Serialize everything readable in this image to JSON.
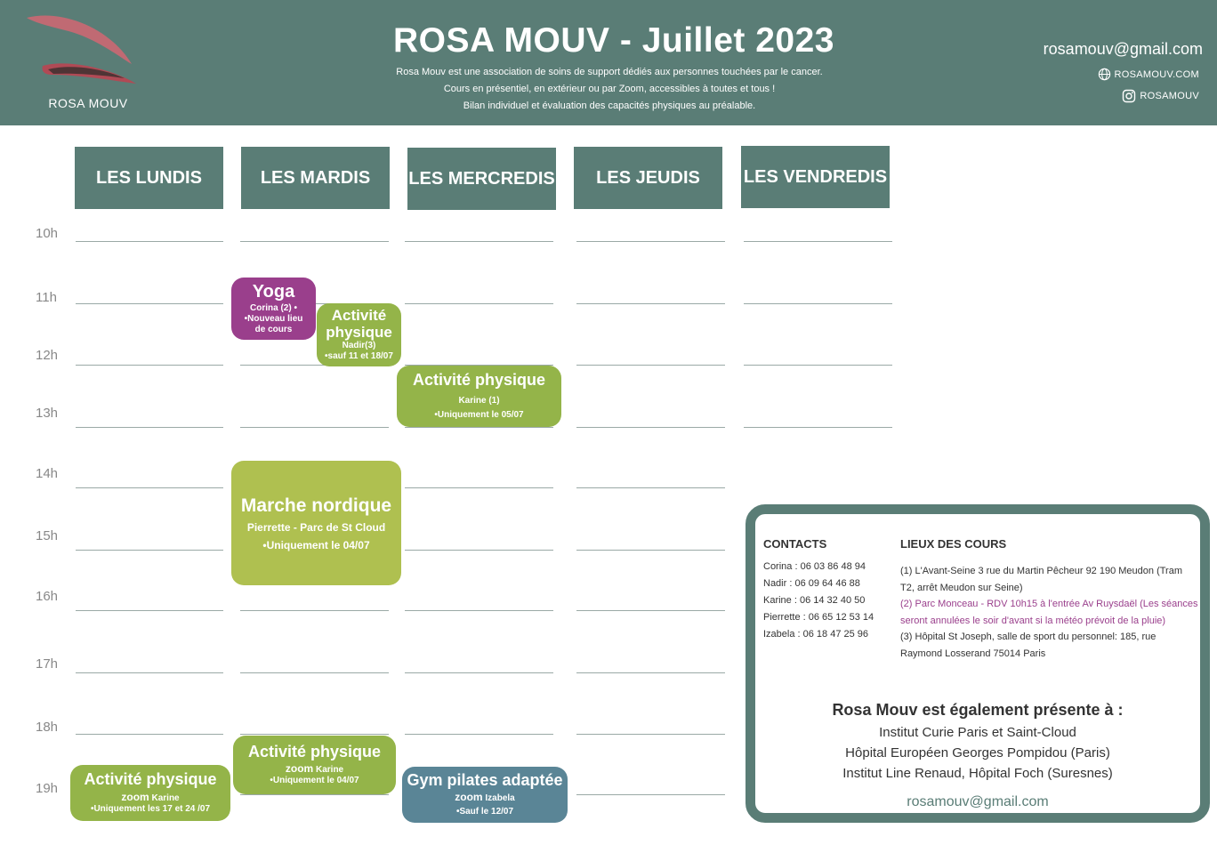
{
  "header": {
    "logo_text": "ROSA MOUV",
    "title": "ROSA MOUV - Juillet 2023",
    "subtitle_lines": [
      "Rosa Mouv est une association de soins de support dédiés aux personnes touchées par le cancer.",
      "Cours en présentiel, en extérieur ou par Zoom, accessibles à toutes et tous !",
      "Bilan individuel et évaluation des capacités physiques au préalable."
    ],
    "email": "rosamouv@gmail.com",
    "website": "ROSAMOUV.COM",
    "instagram": "ROSAMOUV"
  },
  "days": [
    "LES LUNDIS",
    "LES MARDIS",
    "LES MERCREDIS",
    "LES JEUDIS",
    "LES VENDREDIS"
  ],
  "hours": [
    "10h",
    "11h",
    "12h",
    "13h",
    "14h",
    "15h",
    "16h",
    "17h",
    "18h",
    "19h"
  ],
  "classes": {
    "yoga": {
      "title": "Yoga",
      "line1": "Corina (2) •",
      "line2": "•Nouveau lieu",
      "line3": "de cours"
    },
    "activite_mardi_midi": {
      "title1": "Activité",
      "title2": "physique",
      "line1": "Nadir(3)",
      "line2": "•sauf 11 et 18/07"
    },
    "activite_mercredi": {
      "title": "Activité physique",
      "line1": "Karine (1)",
      "line2": "•Uniquement le 05/07"
    },
    "marche": {
      "title": "Marche nordique",
      "line1": "Pierrette - Parc de St Cloud",
      "line2": "•Uniquement le 04/07"
    },
    "activite_mardi_soir": {
      "title": "Activité physique",
      "zoom": "zoom",
      "coach": "Karine",
      "line2": "•Uniquement le 04/07"
    },
    "activite_lundi": {
      "title": "Activité physique",
      "zoom": "zoom",
      "coach": "Karine",
      "line2": "•Uniquement les 17 et 24 /07"
    },
    "gym": {
      "title": "Gym pilates adaptée",
      "zoom": "zoom",
      "coach": "Izabela",
      "line2": "•Sauf le 12/07"
    }
  },
  "info": {
    "contacts_title": "CONTACTS",
    "contacts": [
      "Corina : 06 03 86 48 94",
      "Nadir :  06 09 64 46 88",
      "Karine : 06 14 32 40 50",
      "Pierrette : 06 65 12 53 14",
      "Izabela : 06 18 47 25 96"
    ],
    "lieux_title": "LIEUX DES COURS",
    "lieu1": "(1) L'Avant-Seine 3 rue du Martin Pêcheur 92 190 Meudon (Tram T2, arrêt Meudon sur Seine)",
    "lieu2": "(2) Parc Monceau - RDV 10h15 à l'entrée Av Ruysdaël (Les séances seront annulées le soir d'avant si la météo prévoit de la pluie)",
    "lieu3": "(3) Hôpital St Joseph, salle de sport du personnel: 185, rue Raymond Losserand 75014 Paris",
    "presence_title": "Rosa Mouv est également présente à :",
    "presence_lines": [
      "Institut Curie Paris et Saint-Cloud",
      "Hôpital Européen Georges Pompidou (Paris)",
      "Institut Line Renaud, Hôpital Foch (Suresnes)"
    ],
    "email": "rosamouv@gmail.com"
  },
  "colors": {
    "header_bg": "#5a7d76",
    "green": "#94b449",
    "lime": "#afc050",
    "purple": "#9a3f8c",
    "slate": "#5a8596"
  }
}
